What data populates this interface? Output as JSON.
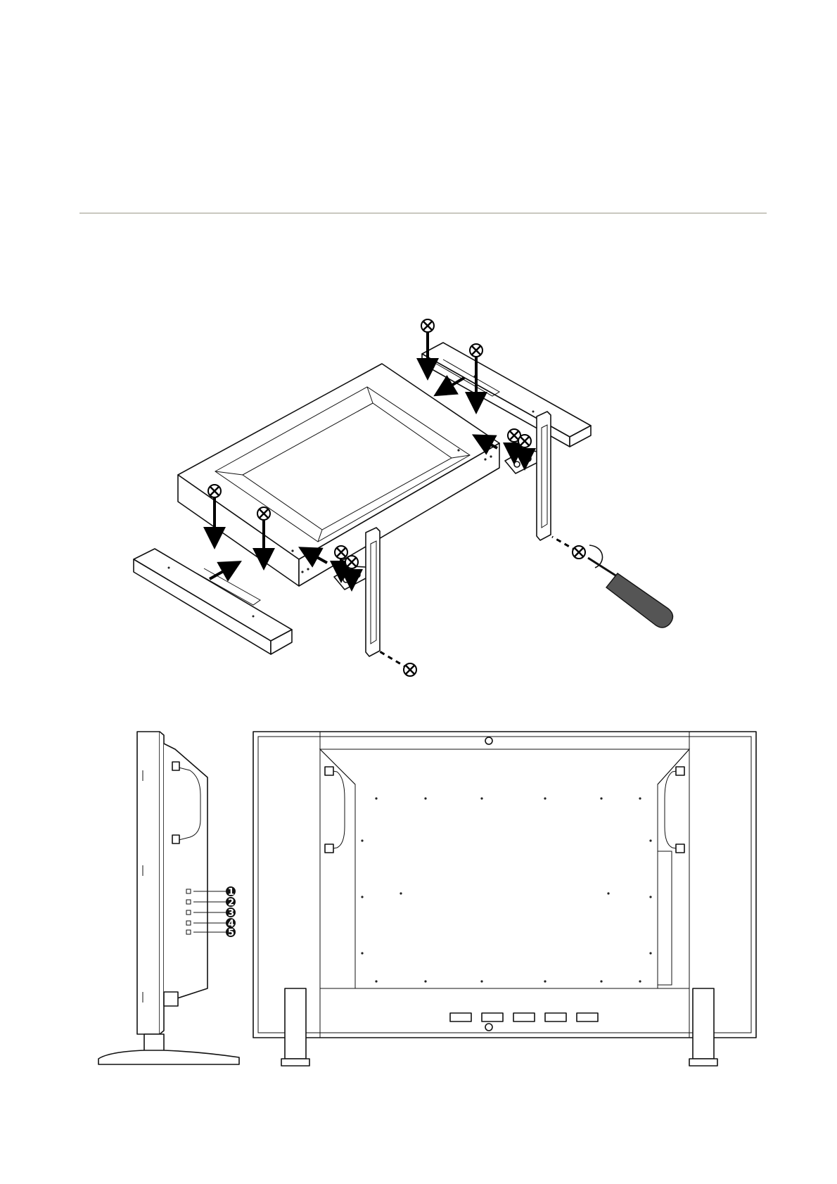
{
  "figures": [
    {
      "id": "stand-assembly",
      "icon": "exploded-stand-assembly-illustration"
    },
    {
      "id": "side-view",
      "icon": "monitor-side-view-illustration"
    },
    {
      "id": "rear-view",
      "icon": "monitor-rear-view-illustration"
    }
  ],
  "callouts": [
    "1",
    "2",
    "3",
    "4",
    "5"
  ],
  "colors": {
    "line": "#111111",
    "rule": "#c9c8c0",
    "background": "#ffffff",
    "handle": "#555555"
  }
}
